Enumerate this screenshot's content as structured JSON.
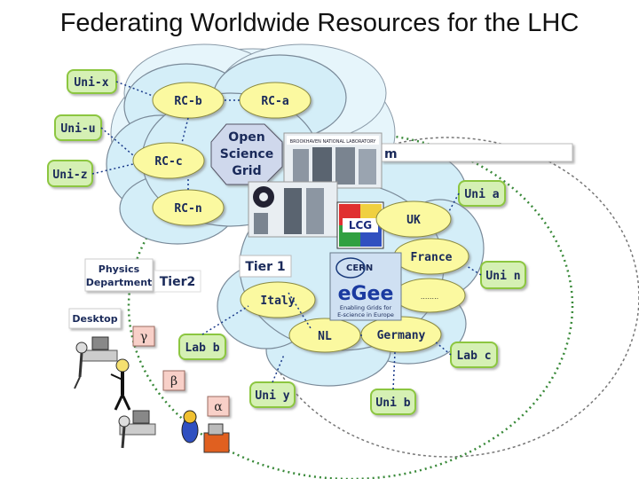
{
  "title": "Federating Worldwide Resources for the LHC",
  "left_boxes": [
    "Uni-x",
    "Uni-u",
    "Uni-z"
  ],
  "osg_cloud": {
    "nodes": [
      "RC-b",
      "RC-a",
      "RC-c",
      "RC-n"
    ],
    "label_line1": "Open",
    "label_line2": "Science",
    "label_line3": "Grid",
    "lab_text": "BROOKHAVEN NATIONAL LABORATORY"
  },
  "tier1_cloud": {
    "label": "Tier 1",
    "nodes": [
      "UK",
      "France",
      "Italy",
      "NL",
      "Germany"
    ],
    "lcg": "LCG",
    "cern": "CERN",
    "egee": "eGee",
    "egee_tag1": "Enabling Grids for",
    "egee_tag2": "E-science in Europe",
    "dash": "........"
  },
  "tier2": {
    "label": "Tier2",
    "physics_line1": "Physics",
    "physics_line2": "Department",
    "desktop": "Desktop",
    "greek": [
      "γ",
      "β",
      "α"
    ]
  },
  "outer_nodes": [
    "Uni a",
    "Uni n",
    "Lab c",
    "Uni b",
    "Uni y",
    "Lab b"
  ],
  "partial_box": "m",
  "colors": {
    "cloud": "#d4eef8",
    "node_yellow": "#fbf9a0",
    "node_green_border": "#8cc640",
    "lab_green": "#d5f0b4",
    "dotted_ring": "#3a8a3a"
  }
}
